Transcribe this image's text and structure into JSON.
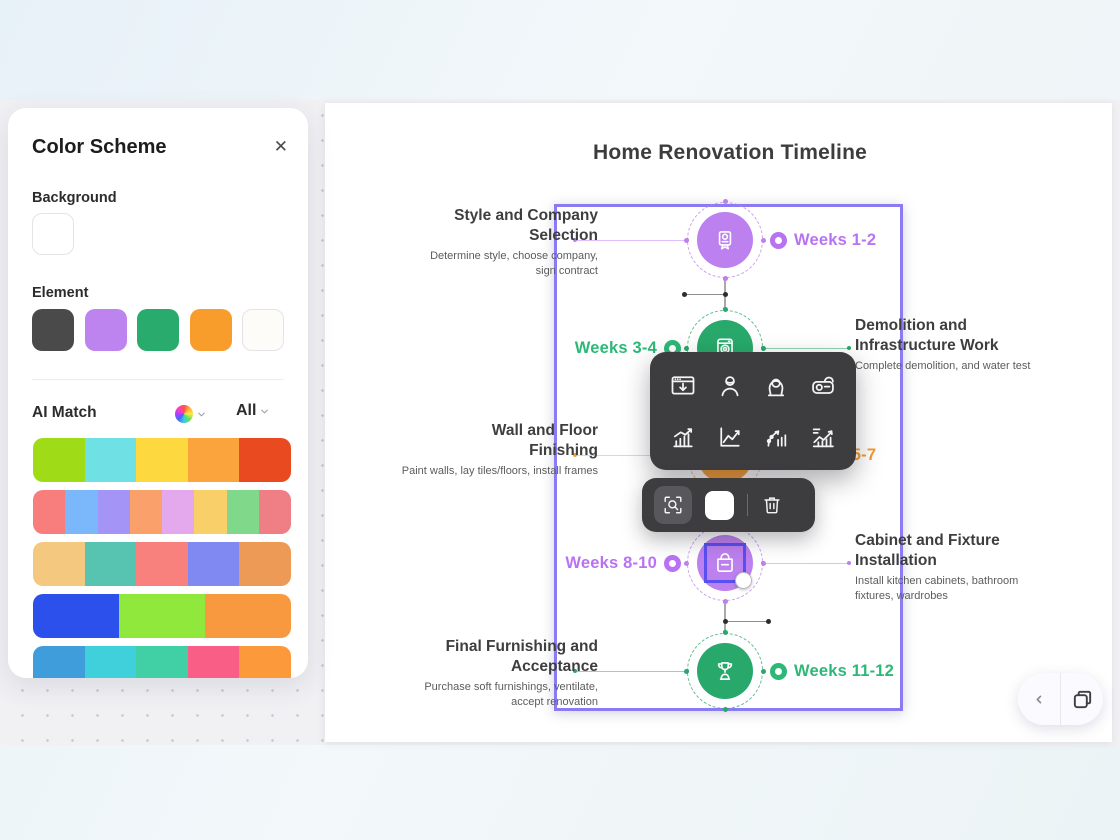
{
  "panel": {
    "title": "Color Scheme",
    "close_icon": "close-icon",
    "background_label": "Background",
    "background_color": "#ffffff",
    "element_label": "Element",
    "element_colors": [
      "#4a4a4a",
      "#bd84f0",
      "#28ab6c",
      "#f89d2c",
      "#fdfcf9"
    ],
    "ai_match": {
      "label": "AI Match",
      "wheel_icon": "color-wheel-icon",
      "wheel_chevron_icon": "chevron-down-icon",
      "filter_label": "All",
      "filter_chevron_icon": "chevron-down-icon"
    },
    "palettes": [
      [
        "#9fdb16",
        "#6fe0e3",
        "#fdd83f",
        "#fba33c",
        "#e94a20"
      ],
      [
        "#f87e7e",
        "#7ab8fb",
        "#a394f5",
        "#f9a06b",
        "#e3a9ec",
        "#f9cf6a",
        "#80d98a",
        "#f07f85"
      ],
      [
        "#f5c87f",
        "#57c4b2",
        "#f8817e",
        "#8089f2",
        "#ec9a55"
      ],
      [
        "#2b50ec",
        "#90e83c",
        "#f9993f"
      ],
      [
        "#3f9ddb",
        "#40d0dc",
        "#41cfa6",
        "#f95e87",
        "#fb993b"
      ]
    ]
  },
  "canvas": {
    "title": "Home Renovation Timeline",
    "selection_color": "#8a7bf2",
    "milestones": [
      {
        "title": "Style and Company Selection",
        "desc": "Determine style, choose company, sign contract",
        "week": "Weeks 1-2",
        "side": "left",
        "circle_color": "#bd80ef",
        "week_color": "#b873f2",
        "icon": "certificate-icon",
        "selected": false
      },
      {
        "title": "Demolition and Infrastructure Work",
        "desc": "Complete demolition, and water test",
        "week": "Weeks 3-4",
        "side": "right",
        "circle_color": "#28a96b",
        "week_color": "#2db877",
        "icon": "washer-icon",
        "selected": false
      },
      {
        "title": "Wall and Floor Finishing",
        "desc": "Paint walls, lay tiles/floors, install frames",
        "week": "Weeks 5-7",
        "side": "left",
        "circle_color": "#f8a13b",
        "week_color": "#f8992e",
        "icon": "paint-roller-icon",
        "selected": false
      },
      {
        "title": "Cabinet and Fixture Installation",
        "desc": "Install kitchen cabinets, bathroom fixtures, wardrobes",
        "week": "Weeks 8-10",
        "side": "right",
        "circle_color": "#bd80ef",
        "week_color": "#b873f2",
        "icon": "toolbox-icon",
        "selected": true
      },
      {
        "title": "Final Furnishing and Acceptance",
        "desc": "Purchase soft furnishings, ventilate, accept renovation",
        "week": "Weeks 11-12",
        "side": "left",
        "circle_color": "#28a96b",
        "week_color": "#2db877",
        "icon": "trophy-icon",
        "selected": false
      }
    ]
  },
  "icon_popup": {
    "icons": [
      "window-download-icon",
      "facial-care-icon",
      "woman-avatar-icon",
      "camera-icon",
      "bar-chart-growth-icon",
      "line-chart-icon",
      "rising-bars-icon",
      "analytics-chart-icon"
    ]
  },
  "context_toolbar": {
    "replace_icon": "replace-search-icon",
    "swatch_color": "#ffffff",
    "delete_icon": "trash-icon"
  },
  "nav": {
    "back_icon": "chevron-left-icon",
    "expand_icon": "expand-icon"
  }
}
